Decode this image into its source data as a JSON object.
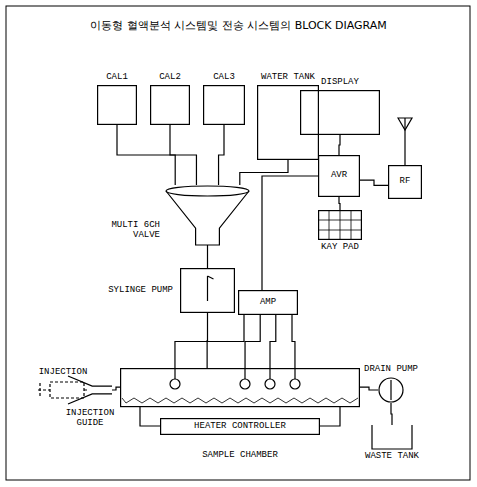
{
  "diagram": {
    "title": "이동형 혈액분석 시스템및 전송 시스템의 BLOCK DIAGRAM",
    "nodes": [
      {
        "text": [
          "CAL1"
        ]
      },
      {
        "text": [
          "CAL2"
        ]
      },
      {
        "text": [
          "CAL3"
        ]
      },
      {
        "text": [
          "WATER TANK"
        ]
      },
      {
        "text": [
          "MULTI 6CH VALVE"
        ]
      },
      {
        "text": [
          "SYLINGE PUMP"
        ]
      },
      {
        "text": [
          "DISPLAY"
        ]
      },
      {
        "text": [
          "AVR"
        ]
      },
      {
        "text": [
          "RF"
        ]
      },
      {
        "text": [
          "KAY PAD"
        ]
      },
      {
        "text": [
          "AMP"
        ]
      },
      {
        "text": [
          "INJECTION"
        ]
      },
      {
        "text": [
          "INJECTION GUIDE"
        ]
      },
      {
        "text": [
          "SAMPLE CHAMBER"
        ]
      },
      {
        "text": [
          "HEATER CONTROLLER"
        ],
        "in": 13
      },
      {
        "text": [
          "DRAIN PUMP"
        ]
      },
      {
        "text": [
          "WASTE TANK"
        ]
      }
    ],
    "edges": [
      {
        "from": 0,
        "to": 4,
        "arrow": "none"
      },
      {
        "from": 1,
        "to": 4,
        "arrow": "none"
      },
      {
        "from": 2,
        "to": 4,
        "arrow": "none"
      },
      {
        "from": 3,
        "to": 4,
        "arrow": "none"
      },
      {
        "from": 4,
        "to": 5,
        "arrow": "none"
      },
      {
        "from": 5,
        "to": 13,
        "arrow": "none"
      },
      {
        "from": 13,
        "to": 10,
        "arrow": "none"
      },
      {
        "from": 13,
        "to": 10,
        "arrow": "none"
      },
      {
        "from": 13,
        "to": 10,
        "arrow": "none"
      },
      {
        "from": 13,
        "to": 10,
        "arrow": "none"
      },
      {
        "from": 10,
        "to": 7,
        "arrow": "none"
      },
      {
        "from": 7,
        "to": 6,
        "arrow": "none"
      },
      {
        "from": 7,
        "to": 8,
        "arrow": "none"
      },
      {
        "from": 7,
        "to": 9,
        "arrow": "none"
      },
      {
        "from": 12,
        "to": 13,
        "arrow": "none"
      },
      {
        "from": 13,
        "to": 15,
        "arrow": "none"
      },
      {
        "from": 15,
        "to": 16,
        "arrow": "none"
      }
    ]
  }
}
